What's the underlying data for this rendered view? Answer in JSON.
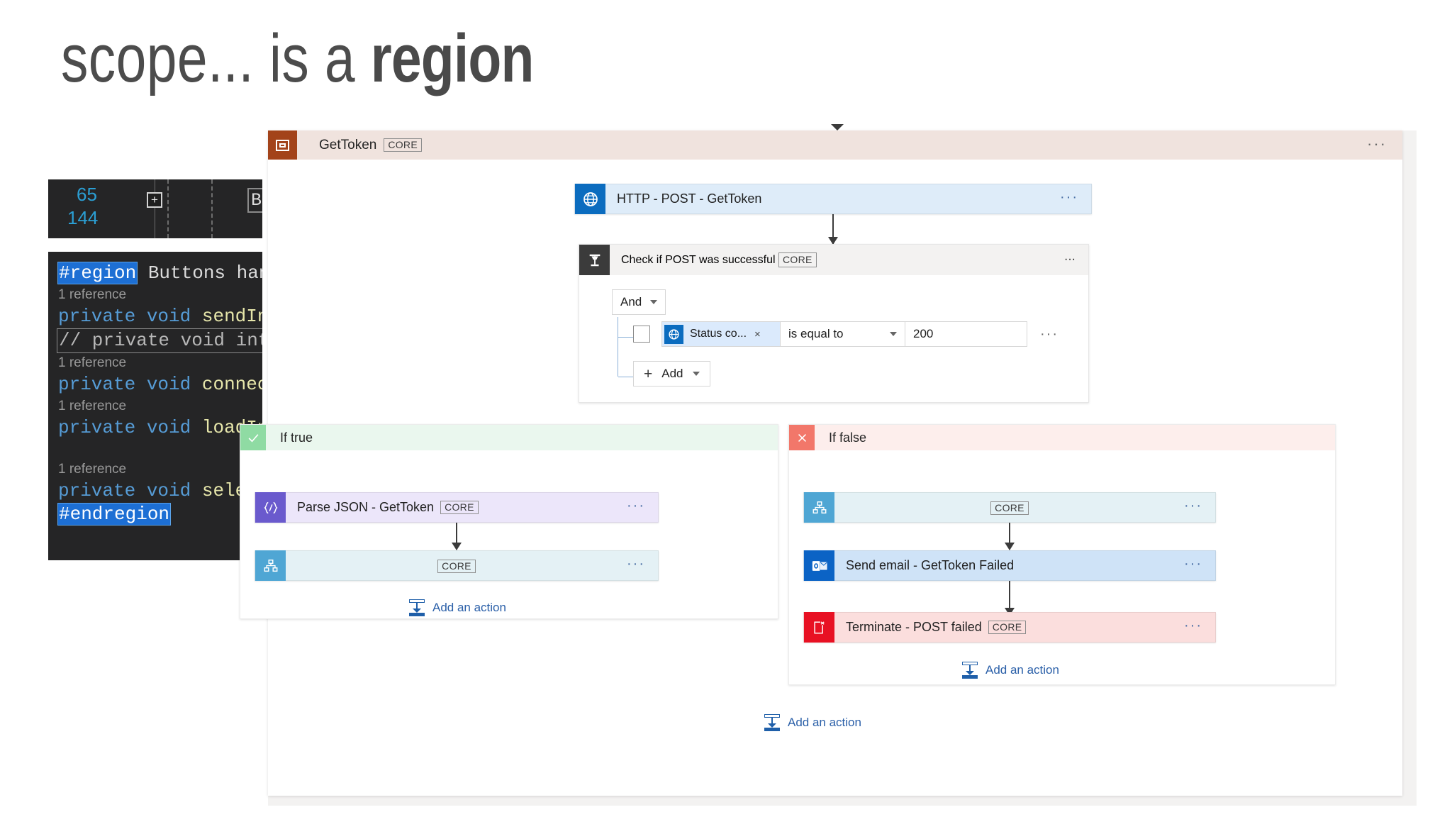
{
  "slide": {
    "title_light": "scope... is a ",
    "title_bold": "region"
  },
  "code_editor": {
    "top_strip": {
      "line_number_1": "65",
      "line_number_2": "144",
      "collapse_glyph": "+",
      "partial_word": "Bu"
    },
    "lines": [
      {
        "type": "region",
        "keyword": "#region",
        "text": " Buttons han"
      },
      {
        "type": "ref",
        "text": "1 reference"
      },
      {
        "type": "method",
        "kw1": "private",
        "kw2": "void",
        "name": "sendIn",
        "dots": "..."
      },
      {
        "type": "comment",
        "text": "// private void int"
      },
      {
        "type": "ref",
        "text": "1 reference"
      },
      {
        "type": "method",
        "kw1": "private",
        "kw2": "void",
        "name": "connec",
        "dots": "..."
      },
      {
        "type": "ref",
        "text": "1 reference"
      },
      {
        "type": "method",
        "kw1": "private",
        "kw2": "void",
        "name": "loadIn",
        "dots": "..."
      },
      {
        "type": "blank",
        "text": ""
      },
      {
        "type": "ref",
        "text": "1 reference"
      },
      {
        "type": "method",
        "kw1": "private",
        "kw2": "void",
        "name": "select",
        "dots": "..."
      },
      {
        "type": "endregion",
        "keyword": "#endregion",
        "text": ""
      }
    ]
  },
  "flow": {
    "scope": {
      "title": "GetToken",
      "badge": "CORE",
      "icon": "scope-icon",
      "ellipsis": "···"
    },
    "http_action": {
      "title": "HTTP - POST - GetToken",
      "icon": "globe-icon",
      "ellipsis": "···"
    },
    "condition": {
      "title": "Check if POST was successful",
      "badge": "CORE",
      "icon": "condition-icon",
      "ellipsis": "···",
      "logic_operator": "And",
      "row": {
        "token_label": "Status co...",
        "token_remove": "×",
        "operator": "is equal to",
        "value": "200",
        "row_ellipsis": "···"
      },
      "add_button": {
        "plus": "+",
        "label": "Add"
      }
    },
    "if_true": {
      "label": "If true",
      "icon": "checkmark-icon",
      "actions": [
        {
          "title": "Parse JSON - GetToken",
          "badge": "CORE",
          "icon": "parse-json-icon",
          "ellipsis": "···"
        },
        {
          "title": "",
          "badge": "CORE",
          "icon": "scope-tree-icon",
          "ellipsis": "···"
        }
      ],
      "add_action_label": "Add an action"
    },
    "if_false": {
      "label": "If false",
      "icon": "close-icon",
      "actions": [
        {
          "title": "",
          "badge": "CORE",
          "icon": "scope-tree-icon",
          "ellipsis": "···"
        },
        {
          "title": "Send email - GetToken Failed",
          "badge": "",
          "icon": "outlook-icon",
          "ellipsis": "···"
        },
        {
          "title": "Terminate - POST failed",
          "badge": "CORE",
          "icon": "terminate-icon",
          "ellipsis": "···"
        }
      ],
      "add_action_label": "Add an action"
    },
    "bottom_add_action_label": "Add an action",
    "colors": {
      "scope_header": "#f0e3de",
      "scope_icon": "#a3431a",
      "http_card": "#deecf9",
      "http_icon": "#0b6cbf",
      "condition_header": "#f3f2f1",
      "condition_icon": "#3b3b3b",
      "parse_json_card": "#ece6fa",
      "parse_json_icon": "#6a5acd",
      "scope_tree_card": "#e4f1f5",
      "scope_tree_icon": "#4fa6d4",
      "outlook_card": "#cfe3f7",
      "outlook_icon": "#0b63c5",
      "terminate_card": "#fbdedd",
      "terminate_icon": "#e81123",
      "if_true_header": "#eaf7ee",
      "if_true_icon": "#8fdba3",
      "if_false_header": "#fdeeec",
      "if_false_icon": "#f2776a",
      "link_blue": "#2a5fa8"
    }
  }
}
